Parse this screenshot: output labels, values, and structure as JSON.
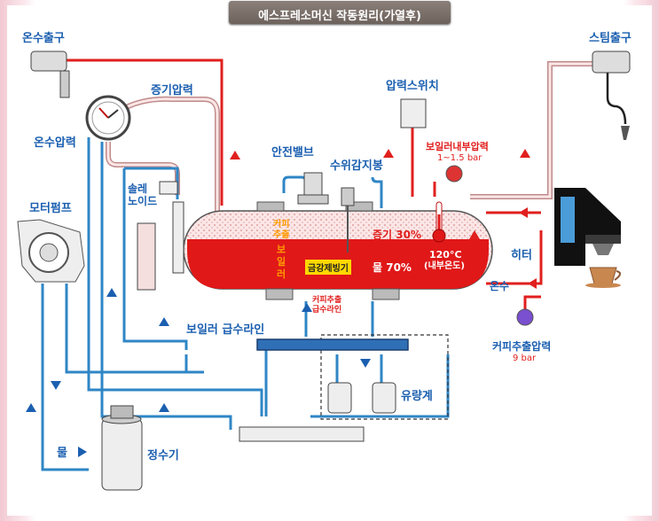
{
  "title": "에스프레소머신 작동원리(가열후)",
  "labels": {
    "hot_water_outlet": "온수출구",
    "steam_outlet": "스팀출구",
    "steam_pressure": "증기압력",
    "hot_water_pressure": "온수압력",
    "pressure_switch": "압력스위치",
    "boiler_internal_pressure": "보일러내부압력",
    "boiler_pressure_value": "1~1.5 bar",
    "safety_valve": "안전밸브",
    "water_level_sensor": "수위감지봉",
    "solenoid": "솔레\n노이드",
    "motor_pump": "모터펌프",
    "coffee_extraction_label": "커피\n추출",
    "boiler_label": "보\n일\n러",
    "heat_exchanger": "금강제빙기",
    "steam_percent": "증기 30%",
    "water_percent": "물 70%",
    "temperature": "120°C",
    "internal_temp": "(내부온도)",
    "heater": "히터",
    "hot_water": "온수",
    "coffee_supply_line": "커피추출\n급수라인",
    "boiler_supply_line": "보일러 급수라인",
    "flow_meter": "유량계",
    "water_in": "물",
    "water_purifier": "정수기",
    "coffee_extraction_pressure": "커피추출압력",
    "extraction_pressure_value": "9 bar"
  },
  "colors": {
    "hot_line": "#e0201e",
    "cold_line": "#2f86c6",
    "label_blue": "#1b5fb0",
    "boiler_water": "#e01818",
    "yellow_tag": "#ffd800"
  }
}
